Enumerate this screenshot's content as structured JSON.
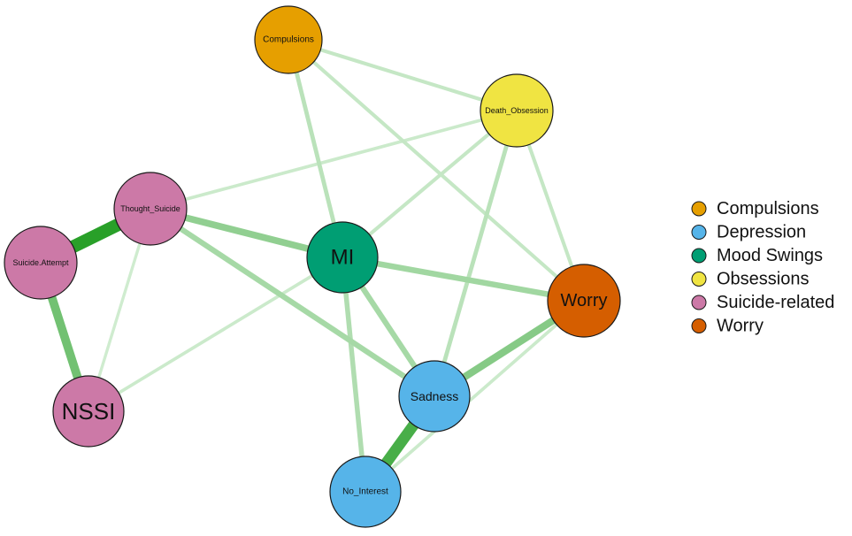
{
  "colors": {
    "compulsions": "#E69F00",
    "depression": "#56B4E9",
    "mood_swings": "#009E73",
    "obsessions": "#F0E442",
    "suicide_related": "#CC79A7",
    "worry": "#D55E00",
    "edge_positive": "#2E9E2E"
  },
  "nodes": [
    {
      "id": "compulsions",
      "label": "Compulsions",
      "group": "compulsions"
    },
    {
      "id": "death_obsession",
      "label": "Death_Obsession",
      "group": "obsessions"
    },
    {
      "id": "thought_suicide",
      "label": "Thought_Suicide",
      "group": "suicide_related"
    },
    {
      "id": "suicide_attempt",
      "label": "Suicide.Attempt",
      "group": "suicide_related"
    },
    {
      "id": "mi",
      "label": "MI",
      "group": "mood_swings"
    },
    {
      "id": "worry",
      "label": "Worry",
      "group": "worry"
    },
    {
      "id": "nssi",
      "label": "NSSI",
      "group": "suicide_related"
    },
    {
      "id": "sadness",
      "label": "Sadness",
      "group": "depression"
    },
    {
      "id": "no_interest",
      "label": "No_Interest",
      "group": "depression"
    }
  ],
  "edges": [
    {
      "from": "thought_suicide",
      "to": "suicide_attempt",
      "weight": 0.9
    },
    {
      "from": "sadness",
      "to": "no_interest",
      "weight": 0.75
    },
    {
      "from": "suicide_attempt",
      "to": "nssi",
      "weight": 0.55
    },
    {
      "from": "worry",
      "to": "sadness",
      "weight": 0.45
    },
    {
      "from": "thought_suicide",
      "to": "mi",
      "weight": 0.4
    },
    {
      "from": "mi",
      "to": "worry",
      "weight": 0.32
    },
    {
      "from": "thought_suicide",
      "to": "sadness",
      "weight": 0.3
    },
    {
      "from": "mi",
      "to": "sadness",
      "weight": 0.3
    },
    {
      "from": "mi",
      "to": "no_interest",
      "weight": 0.25
    },
    {
      "from": "compulsions",
      "to": "mi",
      "weight": 0.2
    },
    {
      "from": "death_obsession",
      "to": "sadness",
      "weight": 0.2
    },
    {
      "from": "compulsions",
      "to": "death_obsession",
      "weight": 0.15
    },
    {
      "from": "compulsions",
      "to": "worry",
      "weight": 0.15
    },
    {
      "from": "death_obsession",
      "to": "mi",
      "weight": 0.15
    },
    {
      "from": "death_obsession",
      "to": "worry",
      "weight": 0.15
    },
    {
      "from": "death_obsession",
      "to": "thought_suicide",
      "weight": 0.12
    },
    {
      "from": "mi",
      "to": "nssi",
      "weight": 0.12
    },
    {
      "from": "thought_suicide",
      "to": "nssi",
      "weight": 0.1
    },
    {
      "from": "worry",
      "to": "no_interest",
      "weight": 0.12
    }
  ],
  "legend": [
    {
      "label": "Compulsions",
      "group": "compulsions"
    },
    {
      "label": "Depression",
      "group": "depression"
    },
    {
      "label": "Mood Swings",
      "group": "mood_swings"
    },
    {
      "label": "Obsessions",
      "group": "obsessions"
    },
    {
      "label": "Suicide-related",
      "group": "suicide_related"
    },
    {
      "label": "Worry",
      "group": "worry"
    }
  ]
}
